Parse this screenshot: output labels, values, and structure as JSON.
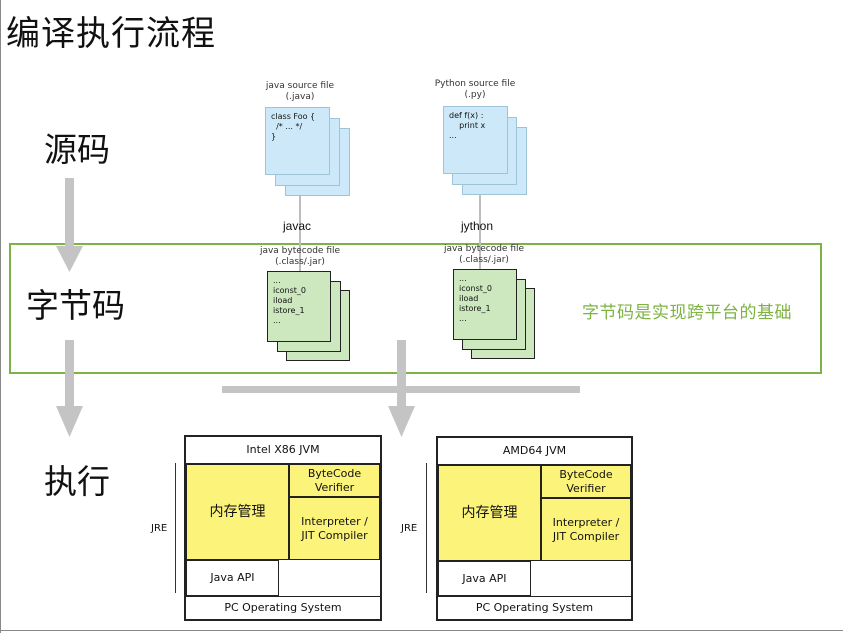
{
  "title": "编译执行流程",
  "stages": {
    "source": "源码",
    "bytecode": "字节码",
    "execute": "执行"
  },
  "note": "字节码是实现跨平台的基础",
  "java": {
    "source_label": [
      "java source file",
      "(.java)"
    ],
    "source_code": "class Foo {\n  /* ... */\n}",
    "compiler": "javac",
    "bytecode_label": [
      "java bytecode file",
      "(.class/.jar)"
    ],
    "bytecode": "...\niconst_0\niload\nistore_1\n..."
  },
  "python": {
    "source_label": [
      "Python source file",
      "(.py)"
    ],
    "source_code": "def f(x) :\n    print x\n...",
    "compiler": "jython",
    "bytecode_label": [
      "java bytecode file",
      "(.class/.jar)"
    ],
    "bytecode": "...\niconst_0\niload\nistore_1\n..."
  },
  "jvms": [
    {
      "name": "Intel X86 JVM",
      "memory": "内存管理",
      "verifier": "ByteCode Verifier",
      "interpreter": "Interpreter /\nJIT Compiler",
      "api": "Java API",
      "os": "PC Operating System",
      "jre": "JRE"
    },
    {
      "name": "AMD64 JVM",
      "memory": "内存管理",
      "verifier": "ByteCode Verifier",
      "interpreter": "Interpreter /\nJIT Compiler",
      "api": "Java API",
      "os": "PC Operating System",
      "jre": "JRE"
    }
  ],
  "colors": {
    "green": "#7cb342",
    "source_blue": "#cde9f9",
    "bytecode_green": "#cde7bf",
    "jvm_yellow": "#fbf37a",
    "arrow_gray": "#c4c4c4"
  }
}
